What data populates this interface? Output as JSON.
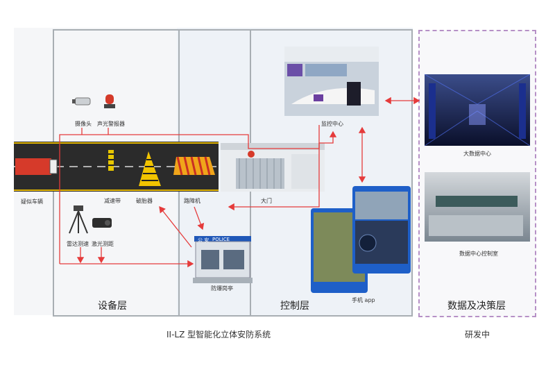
{
  "labels": {
    "camera": "摄像头",
    "alarm": "声光警报器",
    "vehicle": "疑似车辆",
    "speed_bump": "减速带",
    "tire_breaker": "破胎器",
    "road_blocker": "路障机",
    "gate": "大门",
    "monitor_center": "监控中心",
    "radar": "雷达测速",
    "laser": "激光测距",
    "booth": "防爆岗亭",
    "booth_sign": "POLICE",
    "booth_sign_cn": "公 安",
    "app": "手机 app",
    "bigdata": "大数据中心",
    "control_room": "数据中心控制室"
  },
  "layers": {
    "equipment": "设备层",
    "control": "控制层",
    "data": "数据及决策层"
  },
  "captions": {
    "system": "II-LZ 型智能化立体安防系统",
    "research": "研发中"
  },
  "colors": {
    "arrow": "#e53b3b",
    "frame": "#a8aeb3",
    "data_frame": "#b690c6"
  }
}
